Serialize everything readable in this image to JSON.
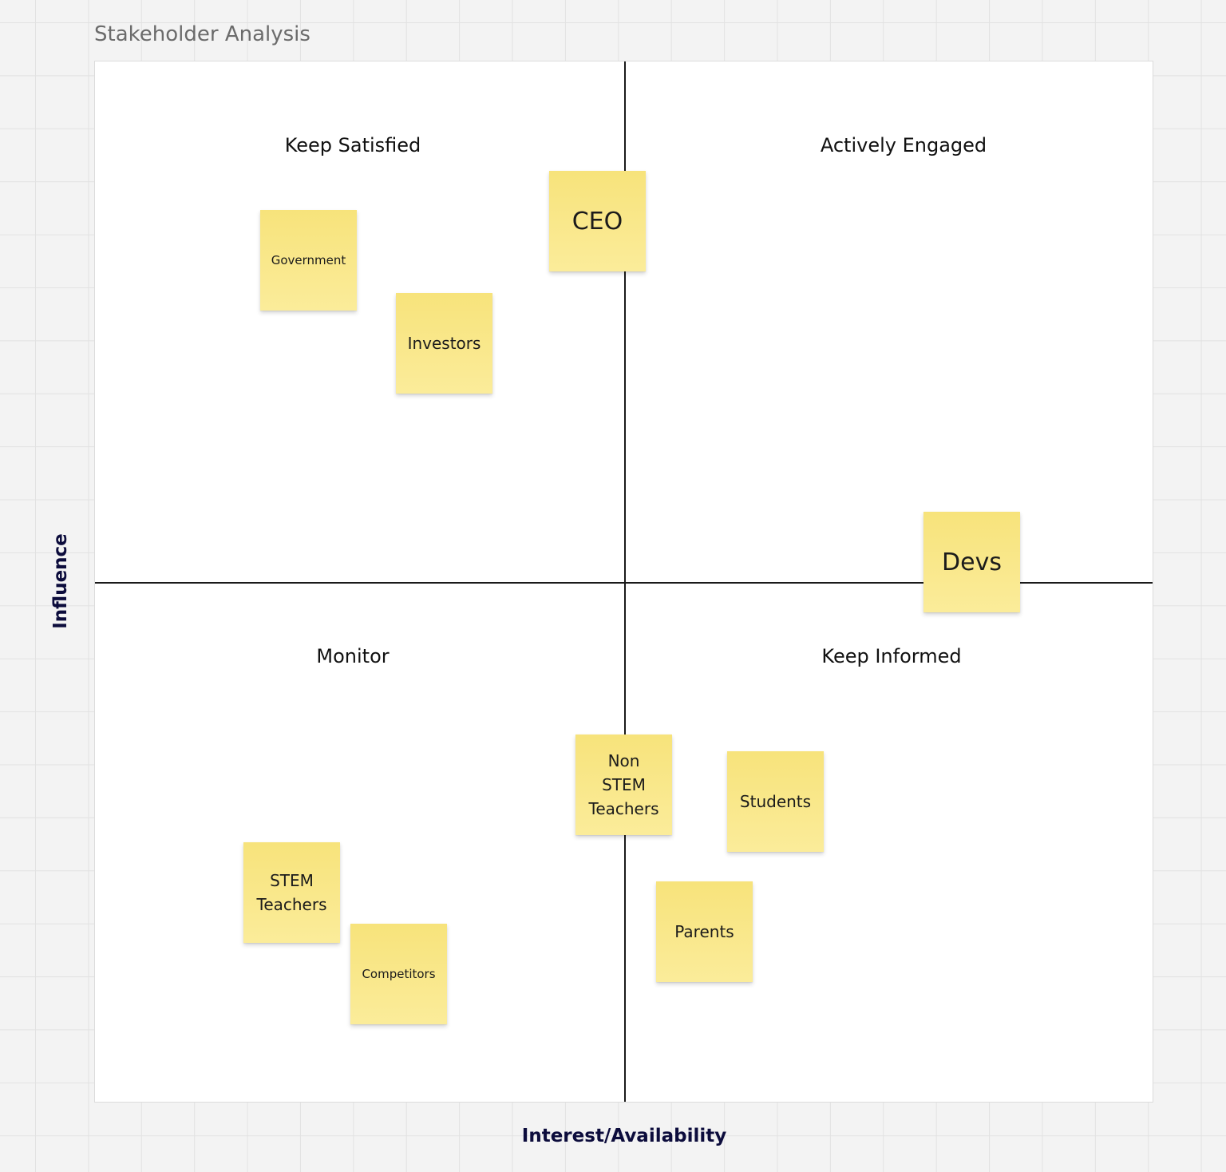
{
  "frame": {
    "title": "Stakeholder Analysis"
  },
  "quadrants": {
    "top_left": "Keep Satisfied",
    "top_right": "Actively Engaged",
    "bottom_left": "Monitor",
    "bottom_right": "Keep Informed"
  },
  "axes": {
    "x_label": "Interest/Availability",
    "y_label": "Influence"
  },
  "stickies": {
    "ceo": "CEO",
    "government": "Government",
    "investors": "Investors",
    "devs": "Devs",
    "non_stem_teachers": "Non\nSTEM\nTeachers",
    "students": "Students",
    "stem_teachers": "STEM\nTeachers",
    "competitors": "Competitors",
    "parents": "Parents"
  },
  "colors": {
    "sticky": "#f7e37b",
    "axis_label": "#0c0c3c"
  }
}
